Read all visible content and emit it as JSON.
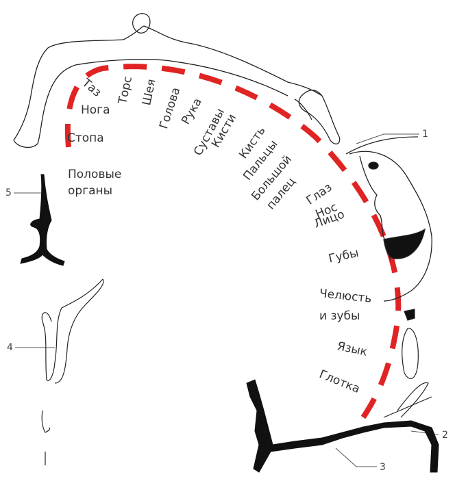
{
  "colors": {
    "arc": "#e02424",
    "ink": "#111111",
    "text": "#333333"
  },
  "labels": {
    "taz": "Таз",
    "noga": "Нога",
    "stopa": "Стопа",
    "polovye": "Половые",
    "organy": "органы",
    "tors": "Торс",
    "sheya": "Шея",
    "golova": "Голова",
    "ruka": "Рука",
    "sustavy": "Суставы",
    "kisti": "Кисти",
    "kist": "Кисть",
    "paltsy": "Пальцы",
    "bolshoy": "Большой",
    "palets": "палец",
    "glaz": "Глаз",
    "nos": "Нос",
    "litso": "Лицо",
    "guby": "Губы",
    "chelyust": "Челюсть",
    "i_zuby": "и зубы",
    "yazyk": "Язык",
    "glotka": "Глотка"
  },
  "callouts": {
    "n1": "1",
    "n2": "2",
    "n3": "3",
    "n4": "4",
    "n5": "5"
  }
}
